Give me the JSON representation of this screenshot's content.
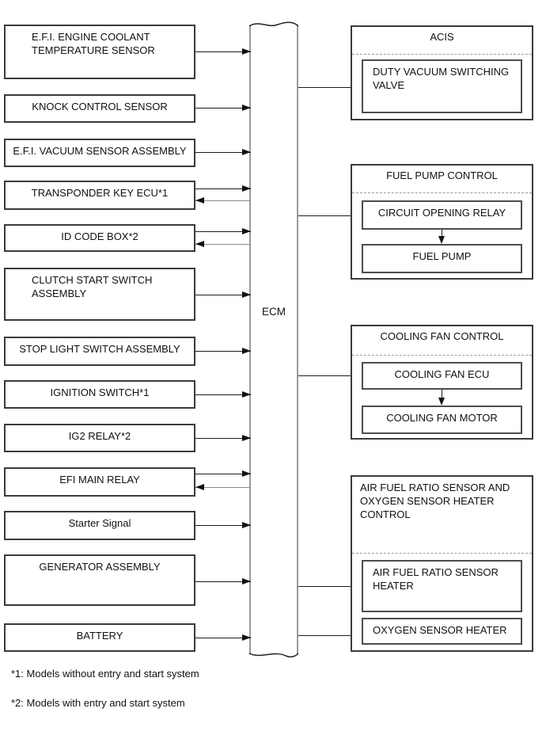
{
  "diagram": {
    "ecm_label": "ECM",
    "left_boxes": [
      {
        "label": "E.F.I. ENGINE COOLANT TEMPERATURE SENSOR"
      },
      {
        "label": "KNOCK CONTROL SENSOR"
      },
      {
        "label": "E.F.I. VACUUM SENSOR ASSEMBLY"
      },
      {
        "label": "TRANSPONDER KEY ECU*1"
      },
      {
        "label": "ID CODE BOX*2"
      },
      {
        "label": "CLUTCH START SWITCH ASSEMBLY"
      },
      {
        "label": "STOP LIGHT SWITCH ASSEMBLY"
      },
      {
        "label": "IGNITION SWITCH*1"
      },
      {
        "label": "IG2 RELAY*2"
      },
      {
        "label": "EFI MAIN RELAY"
      },
      {
        "label": "Starter Signal"
      },
      {
        "label": "GENERATOR ASSEMBLY"
      },
      {
        "label": "BATTERY"
      }
    ],
    "right_groups": [
      {
        "title": "ACIS",
        "children": [
          {
            "label": "DUTY VACUUM SWITCHING VALVE"
          }
        ]
      },
      {
        "title": "FUEL PUMP CONTROL",
        "children": [
          {
            "label": "CIRCUIT OPENING RELAY"
          },
          {
            "label": "FUEL PUMP"
          }
        ]
      },
      {
        "title": "COOLING FAN CONTROL",
        "children": [
          {
            "label": "COOLING FAN ECU"
          },
          {
            "label": "COOLING FAN MOTOR"
          }
        ]
      },
      {
        "title": "AIR FUEL RATIO SENSOR AND OXYGEN SENSOR HEATER CONTROL",
        "children": [
          {
            "label": "AIR FUEL RATIO SENSOR HEATER"
          },
          {
            "label": "OXYGEN SENSOR HEATER"
          }
        ]
      }
    ],
    "footnotes": [
      {
        "text": "*1: Models without entry and start system"
      },
      {
        "text": "*2: Models with entry and start system"
      }
    ],
    "colors": {
      "line": "#1c1c1c",
      "box_border": "#3a3a3a",
      "ecm_border": "#9a9a9a",
      "dash": "#9a9a9a"
    }
  }
}
